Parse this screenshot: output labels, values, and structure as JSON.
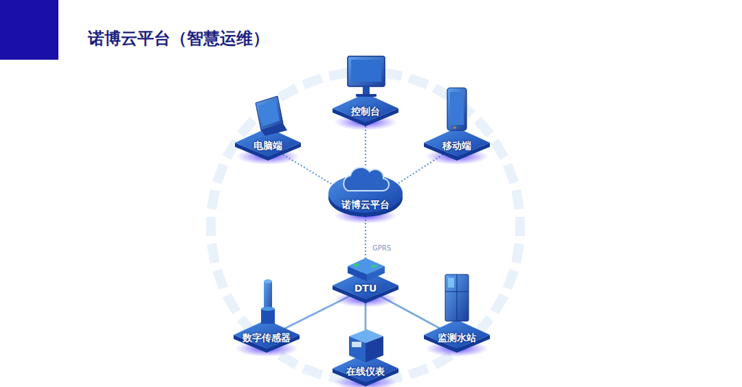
{
  "diagram": {
    "title": "诺博云平台（智慧运维）",
    "nodes": [
      {
        "text": [
          "控制台"
        ]
      },
      {
        "text": [
          "电脑端"
        ]
      },
      {
        "text": [
          "移动端"
        ]
      },
      {
        "text": [
          "诺博云平台"
        ]
      },
      {
        "text": [
          "DTU"
        ]
      },
      {
        "text": [
          "数字传感器"
        ]
      },
      {
        "text": [
          "在线仪表"
        ]
      },
      {
        "text": [
          "监测水站"
        ]
      }
    ],
    "edges": [
      {
        "from": 3,
        "to": 0,
        "arrow": "none"
      },
      {
        "from": 3,
        "to": 1,
        "arrow": "none"
      },
      {
        "from": 3,
        "to": 2,
        "arrow": "none"
      },
      {
        "from": 3,
        "to": 4,
        "label": "GPRS",
        "arrow": "none"
      },
      {
        "from": 4,
        "to": 5,
        "arrow": "none"
      },
      {
        "from": 4,
        "to": 6,
        "arrow": "none"
      },
      {
        "from": 4,
        "to": 7,
        "arrow": "none"
      }
    ]
  }
}
